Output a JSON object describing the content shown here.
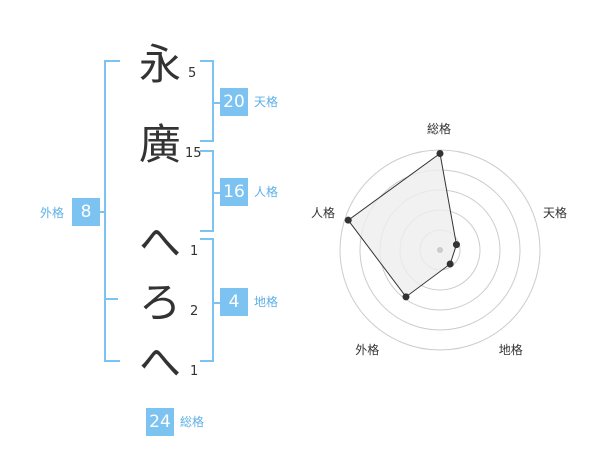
{
  "name": {
    "chars": [
      {
        "char": "永",
        "strokes": "5"
      },
      {
        "char": "廣",
        "strokes": "15"
      },
      {
        "char": "へ",
        "strokes": "1"
      },
      {
        "char": "ろ",
        "strokes": "2"
      },
      {
        "char": "へ",
        "strokes": "1"
      }
    ]
  },
  "fortunes": {
    "tenkaku": {
      "value": "20",
      "label": "天格"
    },
    "jinkaku": {
      "value": "16",
      "label": "人格"
    },
    "chikaku": {
      "value": "4",
      "label": "地格"
    },
    "gaikaku": {
      "value": "8",
      "label": "外格"
    },
    "soukaku": {
      "value": "24",
      "label": "総格"
    }
  },
  "chart_data": {
    "type": "radar",
    "axes": [
      "総格",
      "天格",
      "地格",
      "外格",
      "人格"
    ],
    "values": [
      5,
      1,
      1,
      3,
      5
    ],
    "max": 5,
    "rings": 5,
    "colors": {
      "fill": "#eeeeee",
      "line": "#333333",
      "grid": "#cccccc",
      "center": "#cccccc"
    }
  }
}
